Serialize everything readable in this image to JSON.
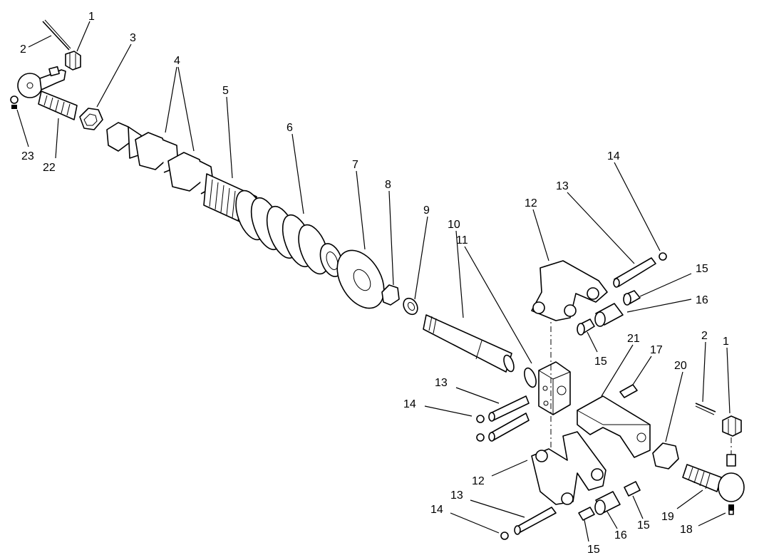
{
  "callouts": {
    "c1a": "1",
    "c2a": "2",
    "c3": "3",
    "c4": "4",
    "c5": "5",
    "c6": "6",
    "c7": "7",
    "c8": "8",
    "c9": "9",
    "c10": "10",
    "c11": "11",
    "c12a": "12",
    "c13a": "13",
    "c14a": "14",
    "c15a": "15",
    "c16a": "16",
    "c17": "17",
    "c18": "18",
    "c19": "19",
    "c20": "20",
    "c21": "21",
    "c22": "22",
    "c23": "23",
    "c1b": "2",
    "c2b": "1",
    "c13b": "13",
    "c14b": "14",
    "c12b": "12",
    "c13c": "13",
    "c14c": "14",
    "c15b": "15",
    "c15c": "15",
    "c15d": "15",
    "c16b": "16"
  }
}
